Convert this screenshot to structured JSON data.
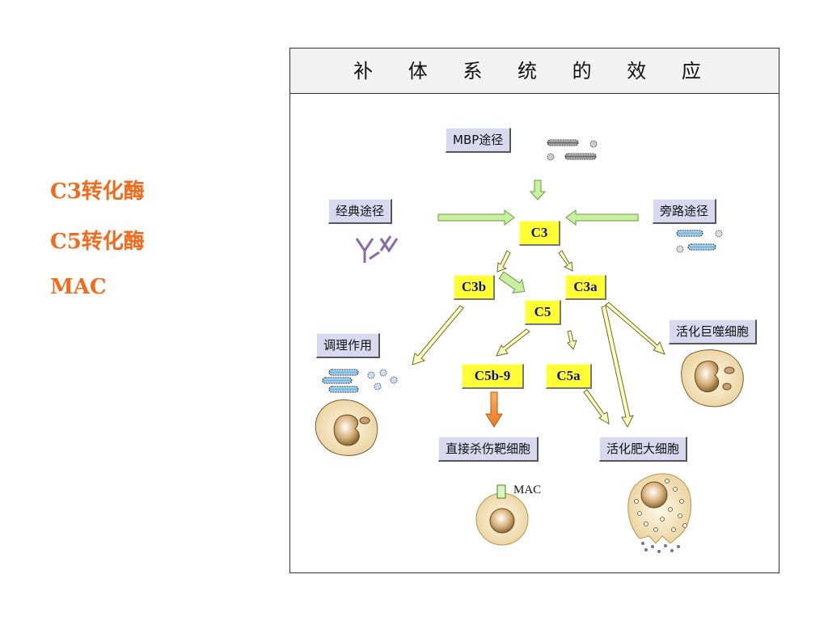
{
  "sidebar": {
    "items": [
      "C3转化酶",
      "C5转化酶",
      "MAC"
    ]
  },
  "diagram": {
    "title": "补 体 系 统 的 效 应",
    "pathways": {
      "mbp": "MBP途径",
      "classical": "经典途径",
      "alternative": "旁路途径"
    },
    "nodes": {
      "c3": "C3",
      "c3b": "C3b",
      "c3a": "C3a",
      "c5": "C5",
      "c5b9": "C5b-9",
      "c5a": "C5a"
    },
    "effects": {
      "opsonization": "调理作用",
      "macrophage": "活化巨噬细胞",
      "kill": "直接杀伤靶细胞",
      "mast": "活化肥大细胞"
    },
    "mac_label": "MAC"
  },
  "colors": {
    "accent": "#f26b1c",
    "node_fill": "#ffff33",
    "node_text": "#111199",
    "label_fill": "#d8d8ee",
    "arrow": "#c8f0a0"
  }
}
